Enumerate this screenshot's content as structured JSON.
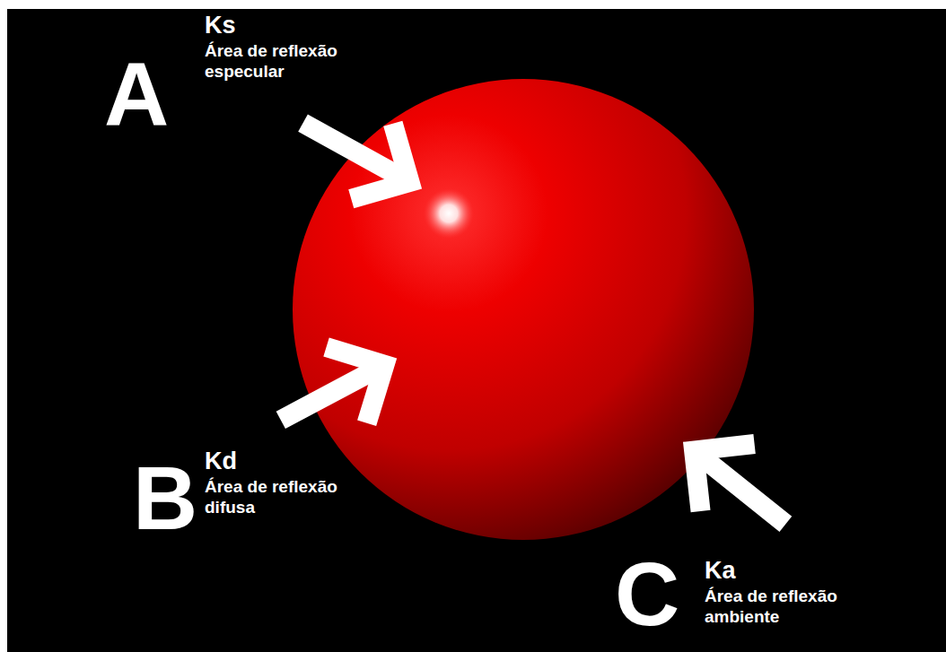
{
  "diagram": {
    "labels": [
      "A",
      "Ks",
      "Área de reflexão especular",
      "B",
      "Kd",
      "Área de reflexão difusa",
      "C",
      "Ka",
      "Área de reflexão ambiente"
    ]
  }
}
